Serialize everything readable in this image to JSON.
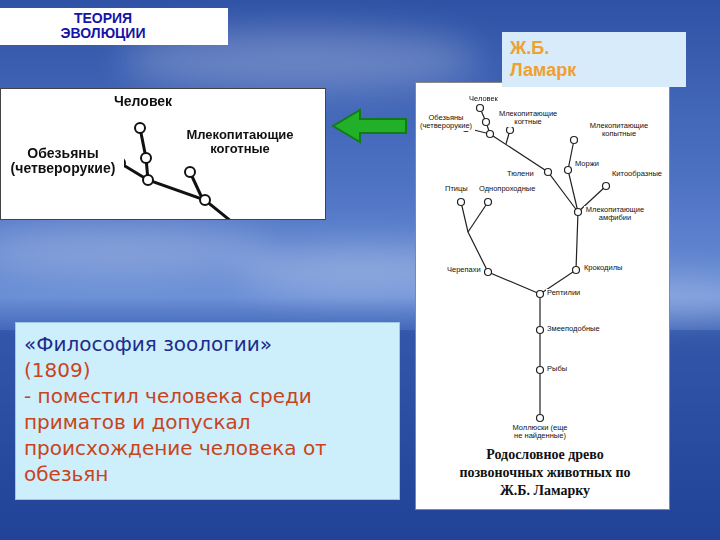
{
  "diagram": {
    "caption": "Родословное древо позвоночных животных по Ж.Б. Ламарку",
    "nodes": [
      {
        "text": [
          "ТЕОРИЯ ЭВОЛЮЦИИ"
        ]
      },
      {
        "text": [
          "Ж.Б. Ламарк"
        ]
      },
      {
        "text": [
          "«Философия зоологии»",
          "(1809)",
          "- поместил человека среди приматов и допускал происхождение человека от обезьян"
        ]
      }
    ],
    "edges": [],
    "labels": [
      "Человек",
      "Обезьяны (четверорукие)",
      "Млекопитающие коготные",
      "Человек",
      "Обезьяны (четверорукие)",
      "Млекопитающие когтные",
      "Млекопитающие копытные",
      "Тюлени",
      "Моржи",
      "Китообразные",
      "Птицы",
      "Однопроходные",
      "Млекопитающие амфибии",
      "Черепахи",
      "Крокодилы",
      "Рептилии",
      "Змееподобные",
      "Рыбы",
      "Моллюски (еще не найденные)"
    ]
  }
}
